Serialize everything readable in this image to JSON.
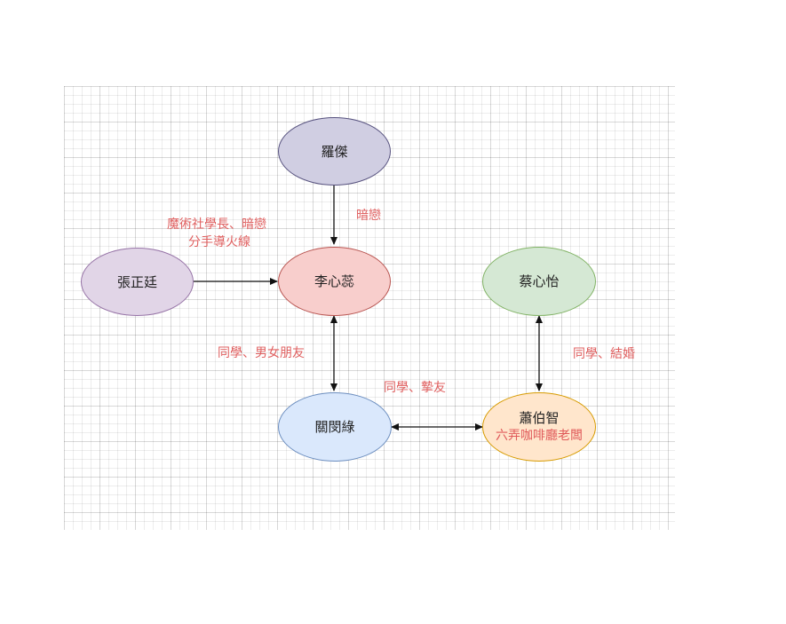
{
  "nodes": {
    "luojie": {
      "name": "羅傑",
      "fill": "#d0cee2",
      "stroke": "#56517e"
    },
    "lixinrui": {
      "name": "李心蕊",
      "fill": "#f8cecc",
      "stroke": "#b85450"
    },
    "zhangzhengting": {
      "name": "張正廷",
      "fill": "#e1d5e7",
      "stroke": "#9673a6"
    },
    "caixinyi": {
      "name": "蔡心怡",
      "fill": "#d5e8d4",
      "stroke": "#82b366"
    },
    "guanminlu": {
      "name": "關閔綠",
      "fill": "#dae8fc",
      "stroke": "#6c8ebf"
    },
    "xiaobozhi": {
      "name": "蕭伯智",
      "sub": "六弄咖啡廳老闆",
      "fill": "#ffe6cc",
      "stroke": "#d79b00"
    }
  },
  "edges": {
    "luojie_to_lixinrui": "暗戀",
    "zhang_to_li_line1": "魔術社學長、暗戀",
    "zhang_to_li_line2": "分手導火線",
    "li_guan": "同學、男女朋友",
    "guan_xiao": "同學、摯友",
    "cai_xiao": "同學、結婚"
  }
}
